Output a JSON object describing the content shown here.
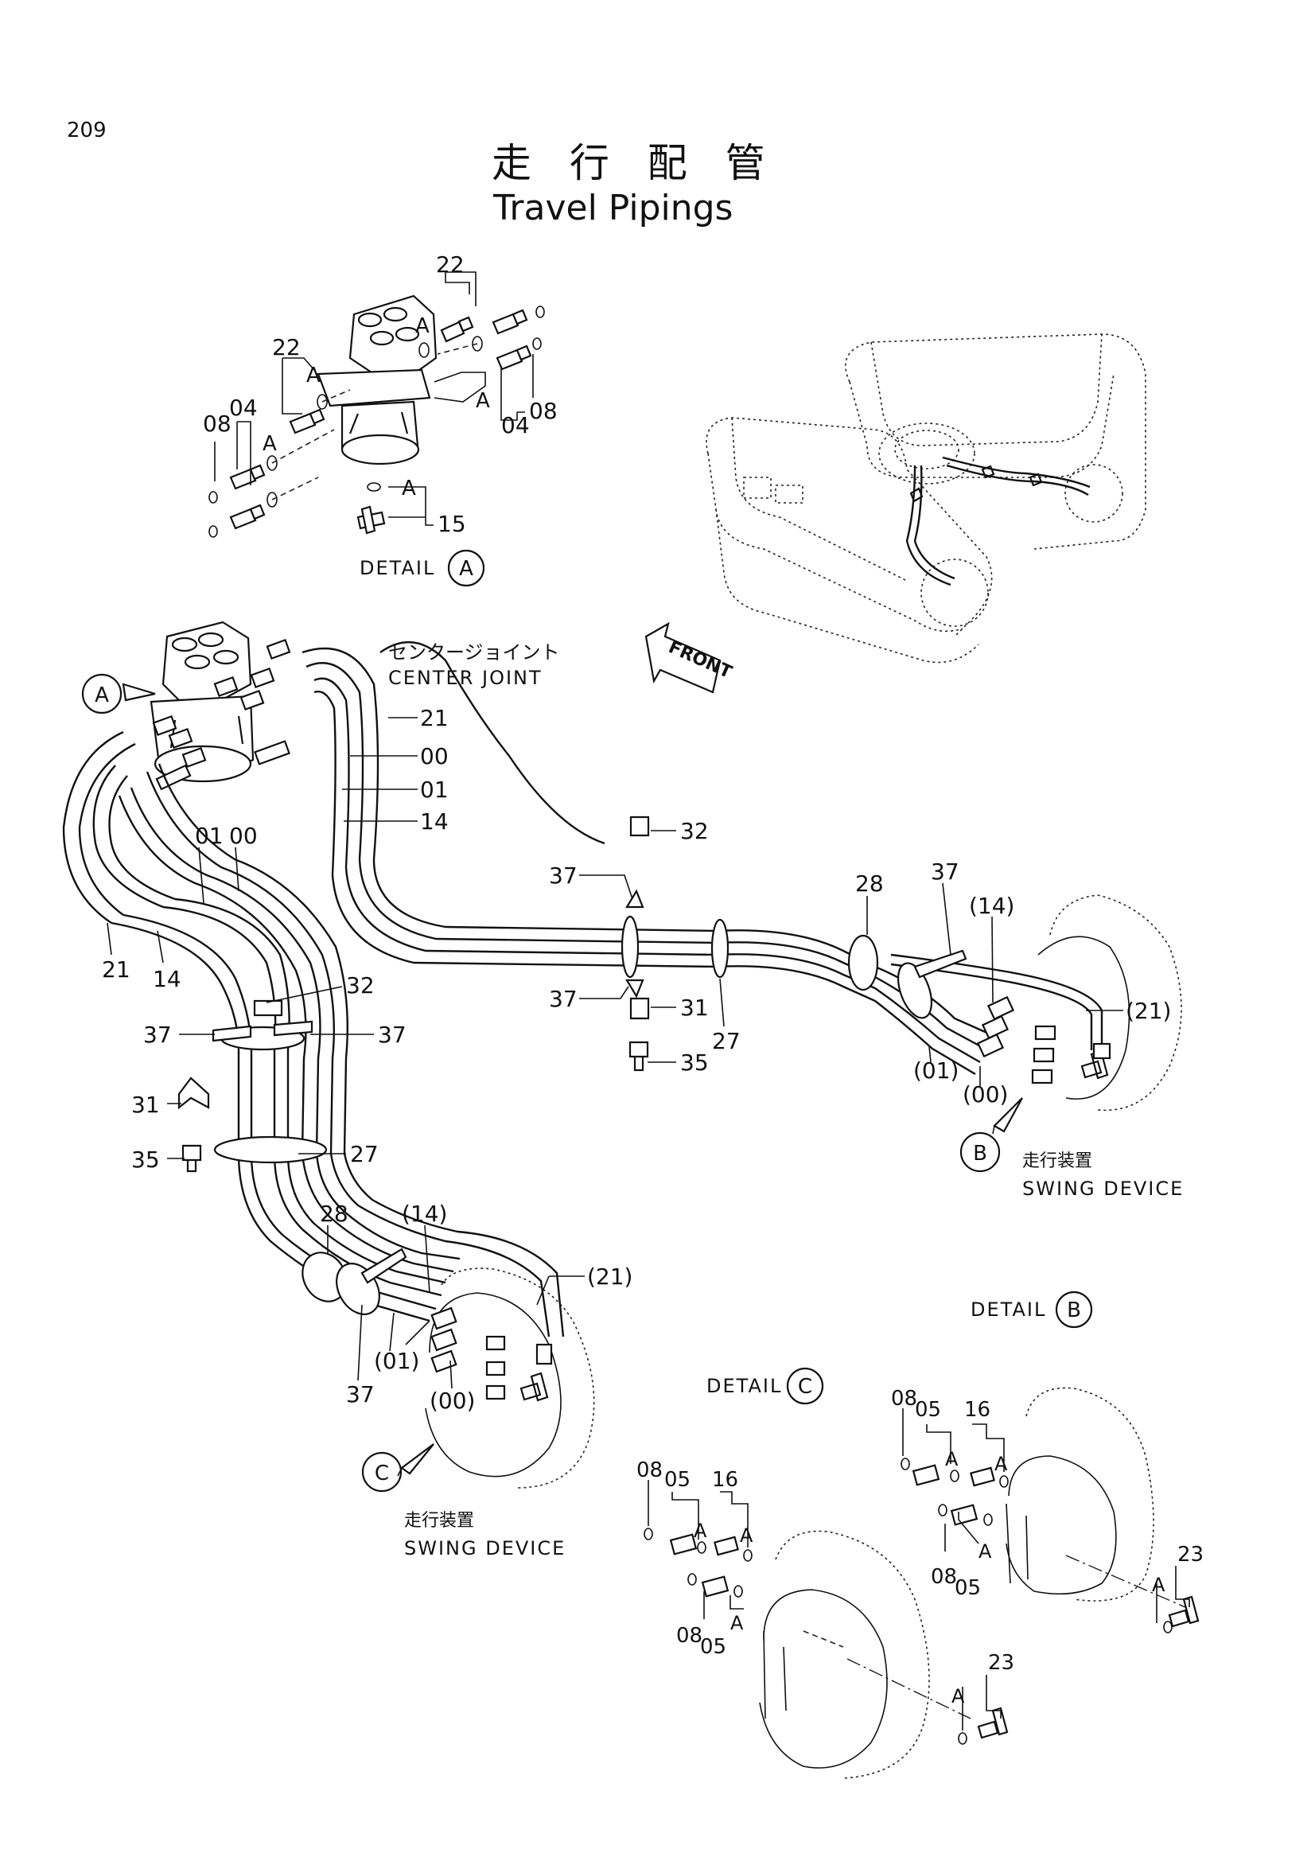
{
  "page_number": "209",
  "title_jp": "走 行 配 管",
  "title_en": "Travel Pipings",
  "front_label": "FRONT",
  "center_joint": {
    "jp": "センタージョイント",
    "en": "CENTER JOINT"
  },
  "swing_device": {
    "jp": "走行装置",
    "en": "SWING DEVICE"
  },
  "details": {
    "a": "DETAIL",
    "b": "DETAIL",
    "c": "DETAIL"
  },
  "markers": {
    "a": "A",
    "b": "B",
    "c": "C"
  },
  "detail_a": {
    "p22a": "22",
    "p22b": "22",
    "p04a": "04",
    "p04b": "04",
    "p08a": "08",
    "p08b": "08",
    "p15": "15",
    "a1": "A",
    "a2": "A",
    "a3": "A",
    "a4": "A",
    "a5": "A"
  },
  "main": {
    "p21a": "21",
    "p00a": "00",
    "p01a": "01",
    "p14a": "14",
    "p01b": "01",
    "p00b": "00",
    "p21b": "21",
    "p14b": "14",
    "p32a": "32",
    "p37a": "37",
    "p37b": "37",
    "p31a": "31",
    "p35a": "35",
    "p27a": "27",
    "p28a": "28",
    "p14c": "(14)",
    "p21c": "(21)",
    "p01c": "(01)",
    "p00c": "(00)",
    "p37c": "37",
    "p32b": "32",
    "p37d": "37",
    "p37e": "37",
    "p31b": "31",
    "p35b": "35",
    "p27b": "27",
    "p28b": "28",
    "p37f": "37",
    "p14d": "(14)",
    "p21d": "(21)",
    "p01d": "(01)",
    "p00d": "(00)"
  },
  "detail_b": {
    "p08a": "08",
    "p05a": "05",
    "p16": "16",
    "p08b": "08",
    "p05b": "05",
    "p23": "23",
    "a1": "A",
    "a2": "A",
    "a3": "A",
    "a4": "A"
  },
  "detail_c": {
    "p08a": "08",
    "p05a": "05",
    "p16": "16",
    "p08b": "08",
    "p05b": "05",
    "p23": "23",
    "a1": "A",
    "a2": "A",
    "a3": "A",
    "a4": "A"
  }
}
